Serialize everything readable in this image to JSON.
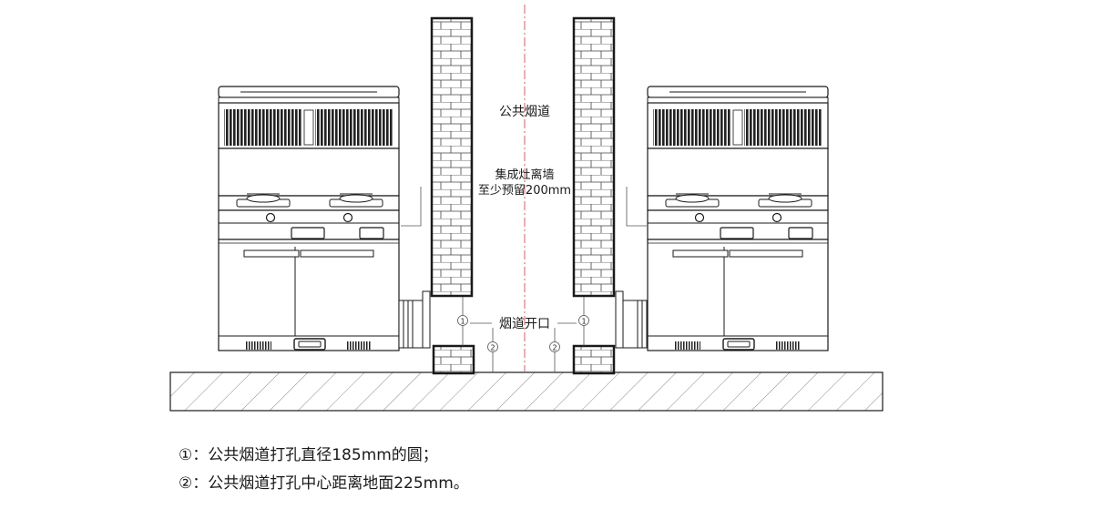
{
  "diagram": {
    "label_flue": "公共烟道",
    "label_wall_line1": "集成灶离墙",
    "label_wall_line2": "至少预留200mm",
    "label_opening": "烟道开口",
    "marker_1": "1",
    "marker_2": "2"
  },
  "notes": [
    "①：公共烟道打孔直径185mm的圆；",
    "②：公共烟道打孔中心距离地面225mm。"
  ],
  "colors": {
    "line": "#1a1a1a",
    "hatch": "#8a8a8a",
    "center_line": "#d06060",
    "vent_dark": "#222222"
  }
}
